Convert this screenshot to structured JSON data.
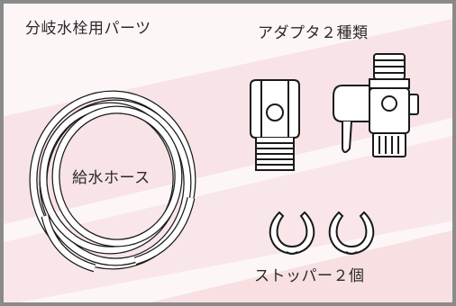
{
  "title": "分岐水栓用パーツ",
  "adapters": {
    "label": "アダプタ２種類"
  },
  "hose": {
    "label": "給水ホース"
  },
  "stoppers": {
    "label": "ストッパー２個"
  },
  "colors": {
    "frame_border": "#8a8a8a",
    "background": "#fdf6f7",
    "pink_band": "#f6dde0",
    "line": "#1a1a1a"
  },
  "icons": [
    "hose-coil-icon",
    "adapter-straight-icon",
    "adapter-valve-icon",
    "stopper-clip-icon"
  ]
}
